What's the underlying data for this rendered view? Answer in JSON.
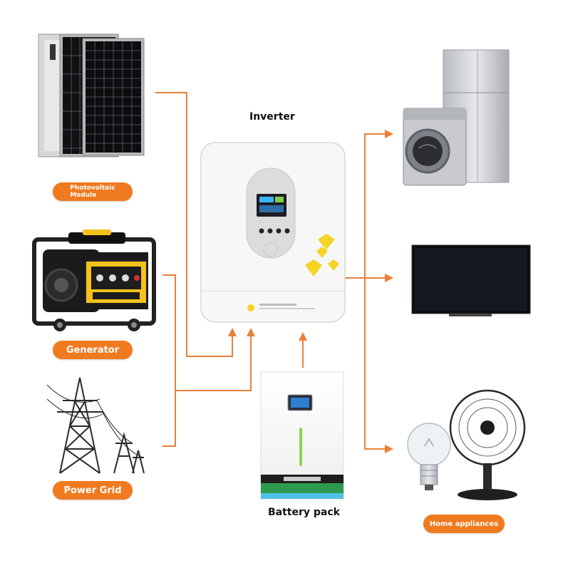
{
  "labels": {
    "inverter": "Inverter",
    "battery_pack": "Battery pack",
    "photovoltaic_line1": "Photovoltaic",
    "photovoltaic_line2": "Module",
    "generator": "Generator",
    "power_grid": "Power Grid",
    "home_appliances": "Home appliances"
  },
  "colors": {
    "accent": "#f07a1f",
    "flow_line": "#e8803a",
    "inverter_body": "#f3f3f3",
    "battery_stripe": "#2f9a4e",
    "battery_stripe_light": "#4fc0e8"
  },
  "icons": {
    "solar_panel": "solar-panel-icon",
    "generator": "generator-icon",
    "power_tower": "power-tower-icon",
    "inverter": "inverter-icon",
    "battery": "battery-icon",
    "washer_fridge": "appliance-icon",
    "tv": "tv-icon",
    "bulb": "light-bulb-icon",
    "fan": "fan-icon"
  }
}
